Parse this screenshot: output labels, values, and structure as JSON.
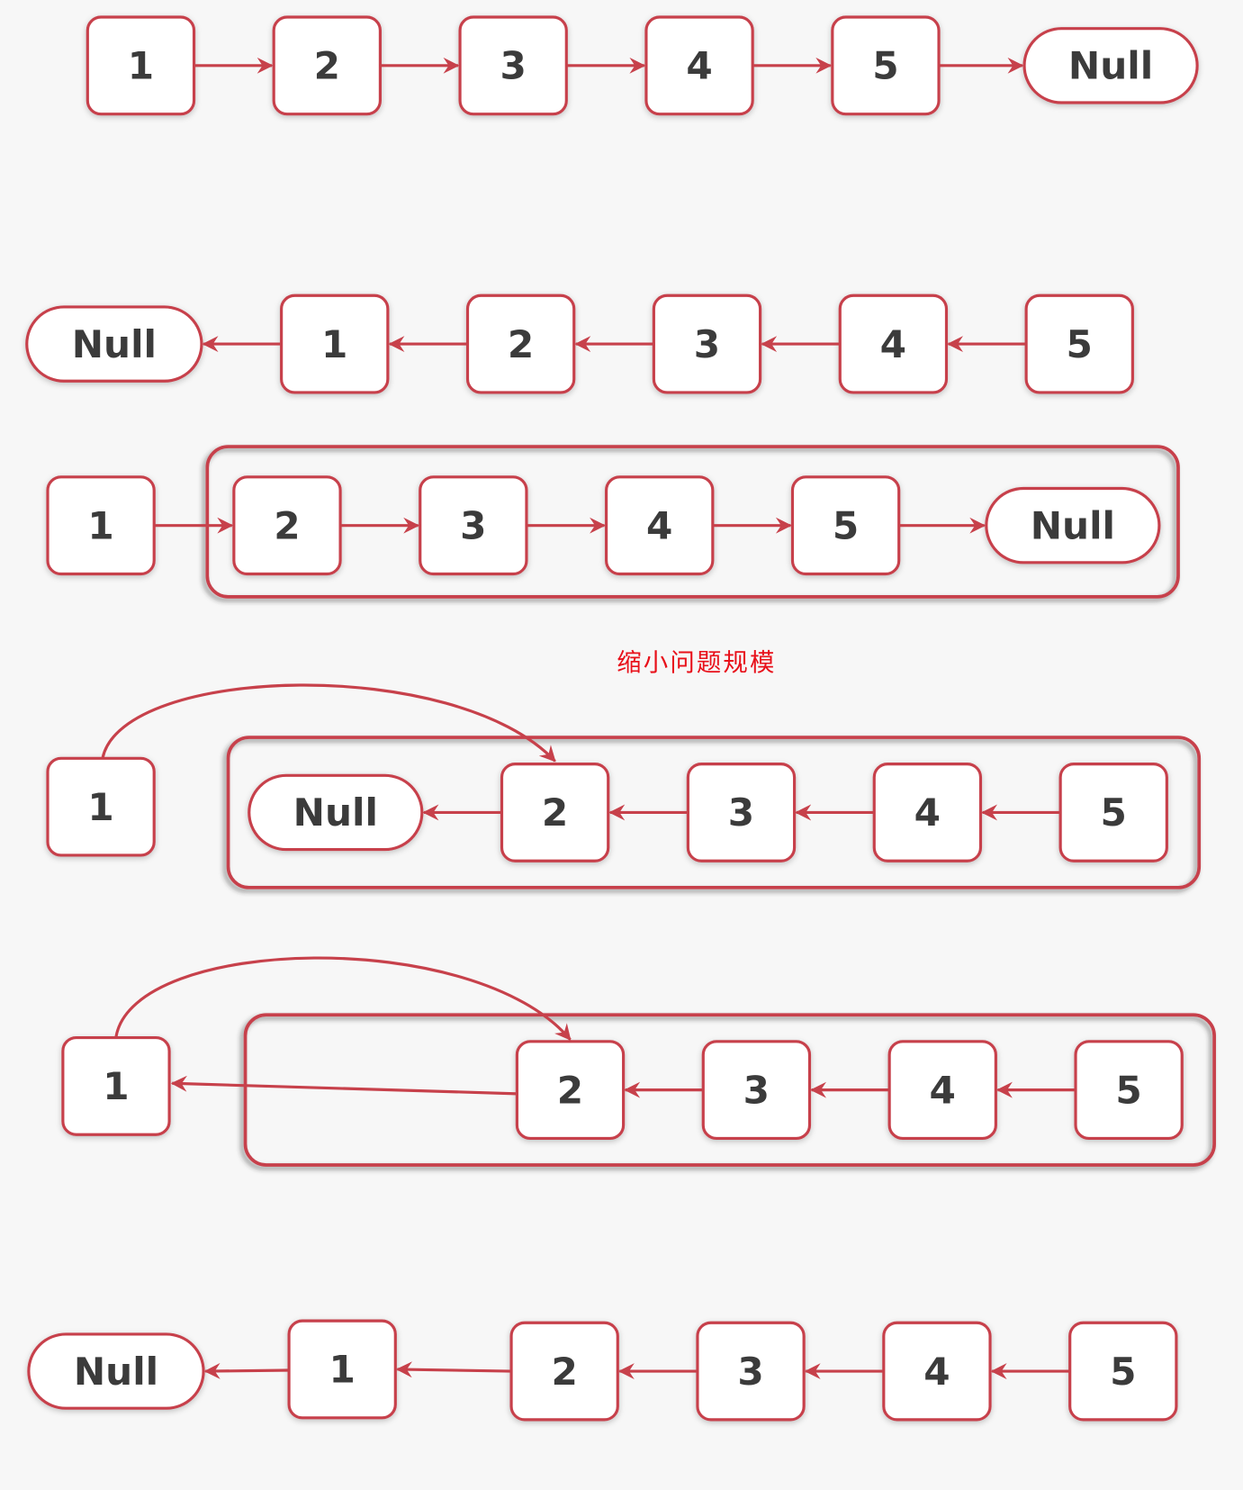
{
  "colors": {
    "accent": "#c7414b",
    "caption": "#e8101a",
    "node_text": "#3b3b3b",
    "background": "#f7f7f7"
  },
  "rows": [
    {
      "nodes": [
        "1",
        "2",
        "3",
        "4",
        "5",
        "Null"
      ]
    },
    {
      "nodes": [
        "Null",
        "1",
        "2",
        "3",
        "4",
        "5"
      ]
    },
    {
      "nodes": [
        "1",
        "2",
        "3",
        "4",
        "5",
        "Null"
      ]
    },
    {
      "nodes": [
        "1",
        "Null",
        "2",
        "3",
        "4",
        "5"
      ]
    },
    {
      "nodes": [
        "1",
        "2",
        "3",
        "4",
        "5"
      ]
    },
    {
      "nodes": [
        "Null",
        "1",
        "2",
        "3",
        "4",
        "5"
      ]
    }
  ],
  "caption": "缩小问题规模"
}
